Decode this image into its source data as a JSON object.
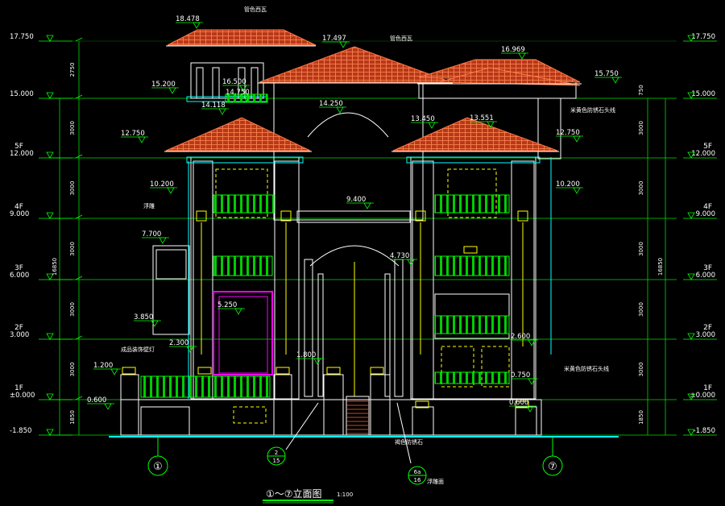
{
  "levels": [
    {
      "floor": "",
      "value": "17.750"
    },
    {
      "floor": "",
      "value": "15.000"
    },
    {
      "floor": "5F",
      "value": "12.000"
    },
    {
      "floor": "4F",
      "value": "9.000"
    },
    {
      "floor": "3F",
      "value": "6.000"
    },
    {
      "floor": "2F",
      "value": "3.000"
    },
    {
      "floor": "1F",
      "value": "±0.000"
    },
    {
      "floor": "",
      "value": "-1.850"
    }
  ],
  "dims_left": [
    "2750",
    "3000",
    "3000",
    "3000",
    "3000",
    "3000",
    "1850"
  ],
  "dims_right": [
    "750",
    "3000",
    "3000",
    "3000",
    "3000",
    "3000",
    "1850"
  ],
  "total_dim": "16850",
  "elevations": [
    "18.478",
    "17.497",
    "16.969",
    "15.750",
    "15.200",
    "16.500",
    "14.750",
    "14.118",
    "14.250",
    "13.450",
    "13.551",
    "12.750",
    "12.750",
    "10.200",
    "10.200",
    "9.400",
    "7.700",
    "5.250",
    "4.730",
    "3.850",
    "2.300",
    "2.600",
    "1.800",
    "1.200",
    "0.750",
    "0.600",
    "0.600"
  ],
  "notes": {
    "roof1": "管色西瓦",
    "roof2": "管色西瓦",
    "stone1": "米黄色防锈石头线",
    "stone2": "米黄色防锈石头线",
    "window": "浮雕",
    "lamp": "成品装饰壁灯",
    "base": "褐色防锈石",
    "paint": "浮雕面"
  },
  "axes": [
    "①",
    "⑦"
  ],
  "refs": [
    {
      "top": "2",
      "bottom": "15"
    },
    {
      "top": "6a",
      "bottom": "16"
    }
  ],
  "title": {
    "text": "①～⑦立面图",
    "scale": "1:100"
  },
  "colors": {
    "outline": "#ffffff",
    "cyan": "#00ffff",
    "green": "#00ff00",
    "roof": "#ff6633",
    "yellow": "#ffff00",
    "magenta": "#ff00ff"
  }
}
